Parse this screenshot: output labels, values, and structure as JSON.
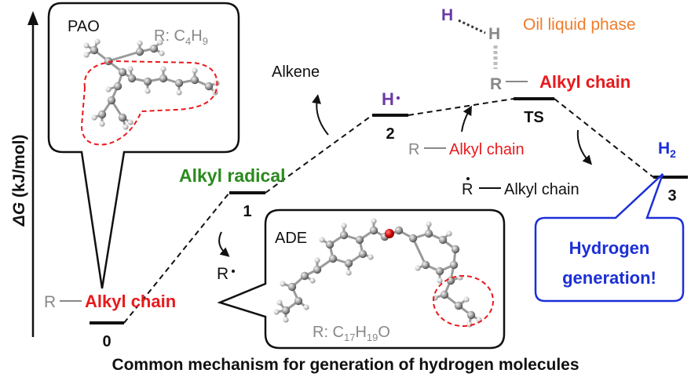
{
  "axis": {
    "label_prefix": "Δ",
    "label_var": "G",
    "label_unit": " (kJ/mol)"
  },
  "states": {
    "s0": {
      "number": "0",
      "r_label": "R",
      "chain": "Alkyl chain"
    },
    "s1": {
      "number": "1",
      "label": "Alkyl radical",
      "r_radical": "R"
    },
    "s2": {
      "number": "2",
      "label": "H",
      "alkene": "Alkene"
    },
    "ts": {
      "label": "TS",
      "r": "R",
      "h": "H",
      "h2": "H",
      "chain": "Alkyl chain",
      "r_mid": "R",
      "chain_mid": "Alkyl chain",
      "r_low": "R",
      "chain_low": "Alkyl chain"
    },
    "s3": {
      "number": "3",
      "label": "H",
      "sub": "2"
    }
  },
  "callouts": {
    "pao": {
      "name": "PAO",
      "formula_prefix": "R: C",
      "n1": "4",
      "mid": "H",
      "n2": "9"
    },
    "ade": {
      "name": "ADE",
      "formula_prefix": "R: C",
      "n1": "17",
      "mid": "H",
      "n2": "19",
      "tail": "O"
    },
    "hydrogen": {
      "line1": "Hydrogen",
      "line2": "generation!"
    }
  },
  "phase_label": "Oil liquid phase",
  "caption": "Common mechanism for generation of hydrogen molecules",
  "colors": {
    "red": "#e8191c",
    "green": "#2a8a1e",
    "orange": "#f07b2a",
    "purple": "#6a3aa8",
    "blue": "#1c2fd6",
    "gray": "#888888",
    "black": "#111111",
    "ball_gray": "#8c8c8c",
    "ball_light": "#c8c8c8",
    "oxygen": "#cc0000"
  }
}
